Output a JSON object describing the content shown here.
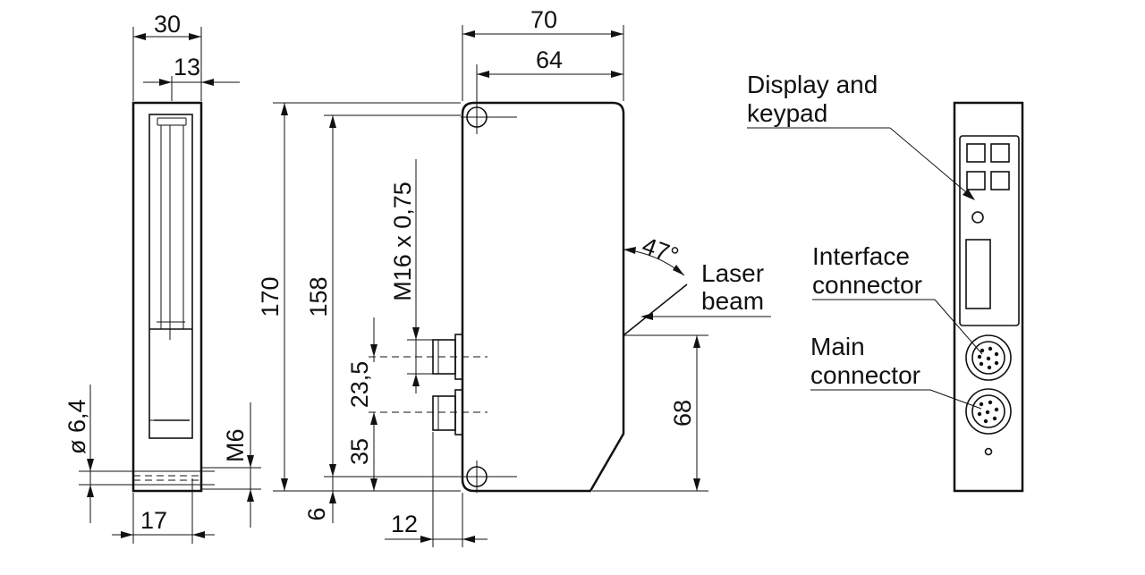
{
  "dimensions": {
    "side_width": "30",
    "side_offset": "13",
    "hole_diameter": "ø 6,4",
    "thread_side": "M6",
    "side_bottom": "17",
    "total_width": "70",
    "body_width": "64",
    "total_height": "170",
    "hole_spacing": "158",
    "connector_thread": "M16 x 0,75",
    "connector_spacing": "23,5",
    "connector_low": "35",
    "bottom_offset": "6",
    "connector_offset": "12",
    "beam_height": "68",
    "beam_angle": "47°"
  },
  "annotations": {
    "display_line1": "Display and",
    "display_line2": "keypad",
    "laser_line1": "Laser",
    "laser_line2": "beam",
    "interface_line1": "Interface",
    "interface_line2": "connector",
    "main_line1": "Main",
    "main_line2": "connector"
  }
}
